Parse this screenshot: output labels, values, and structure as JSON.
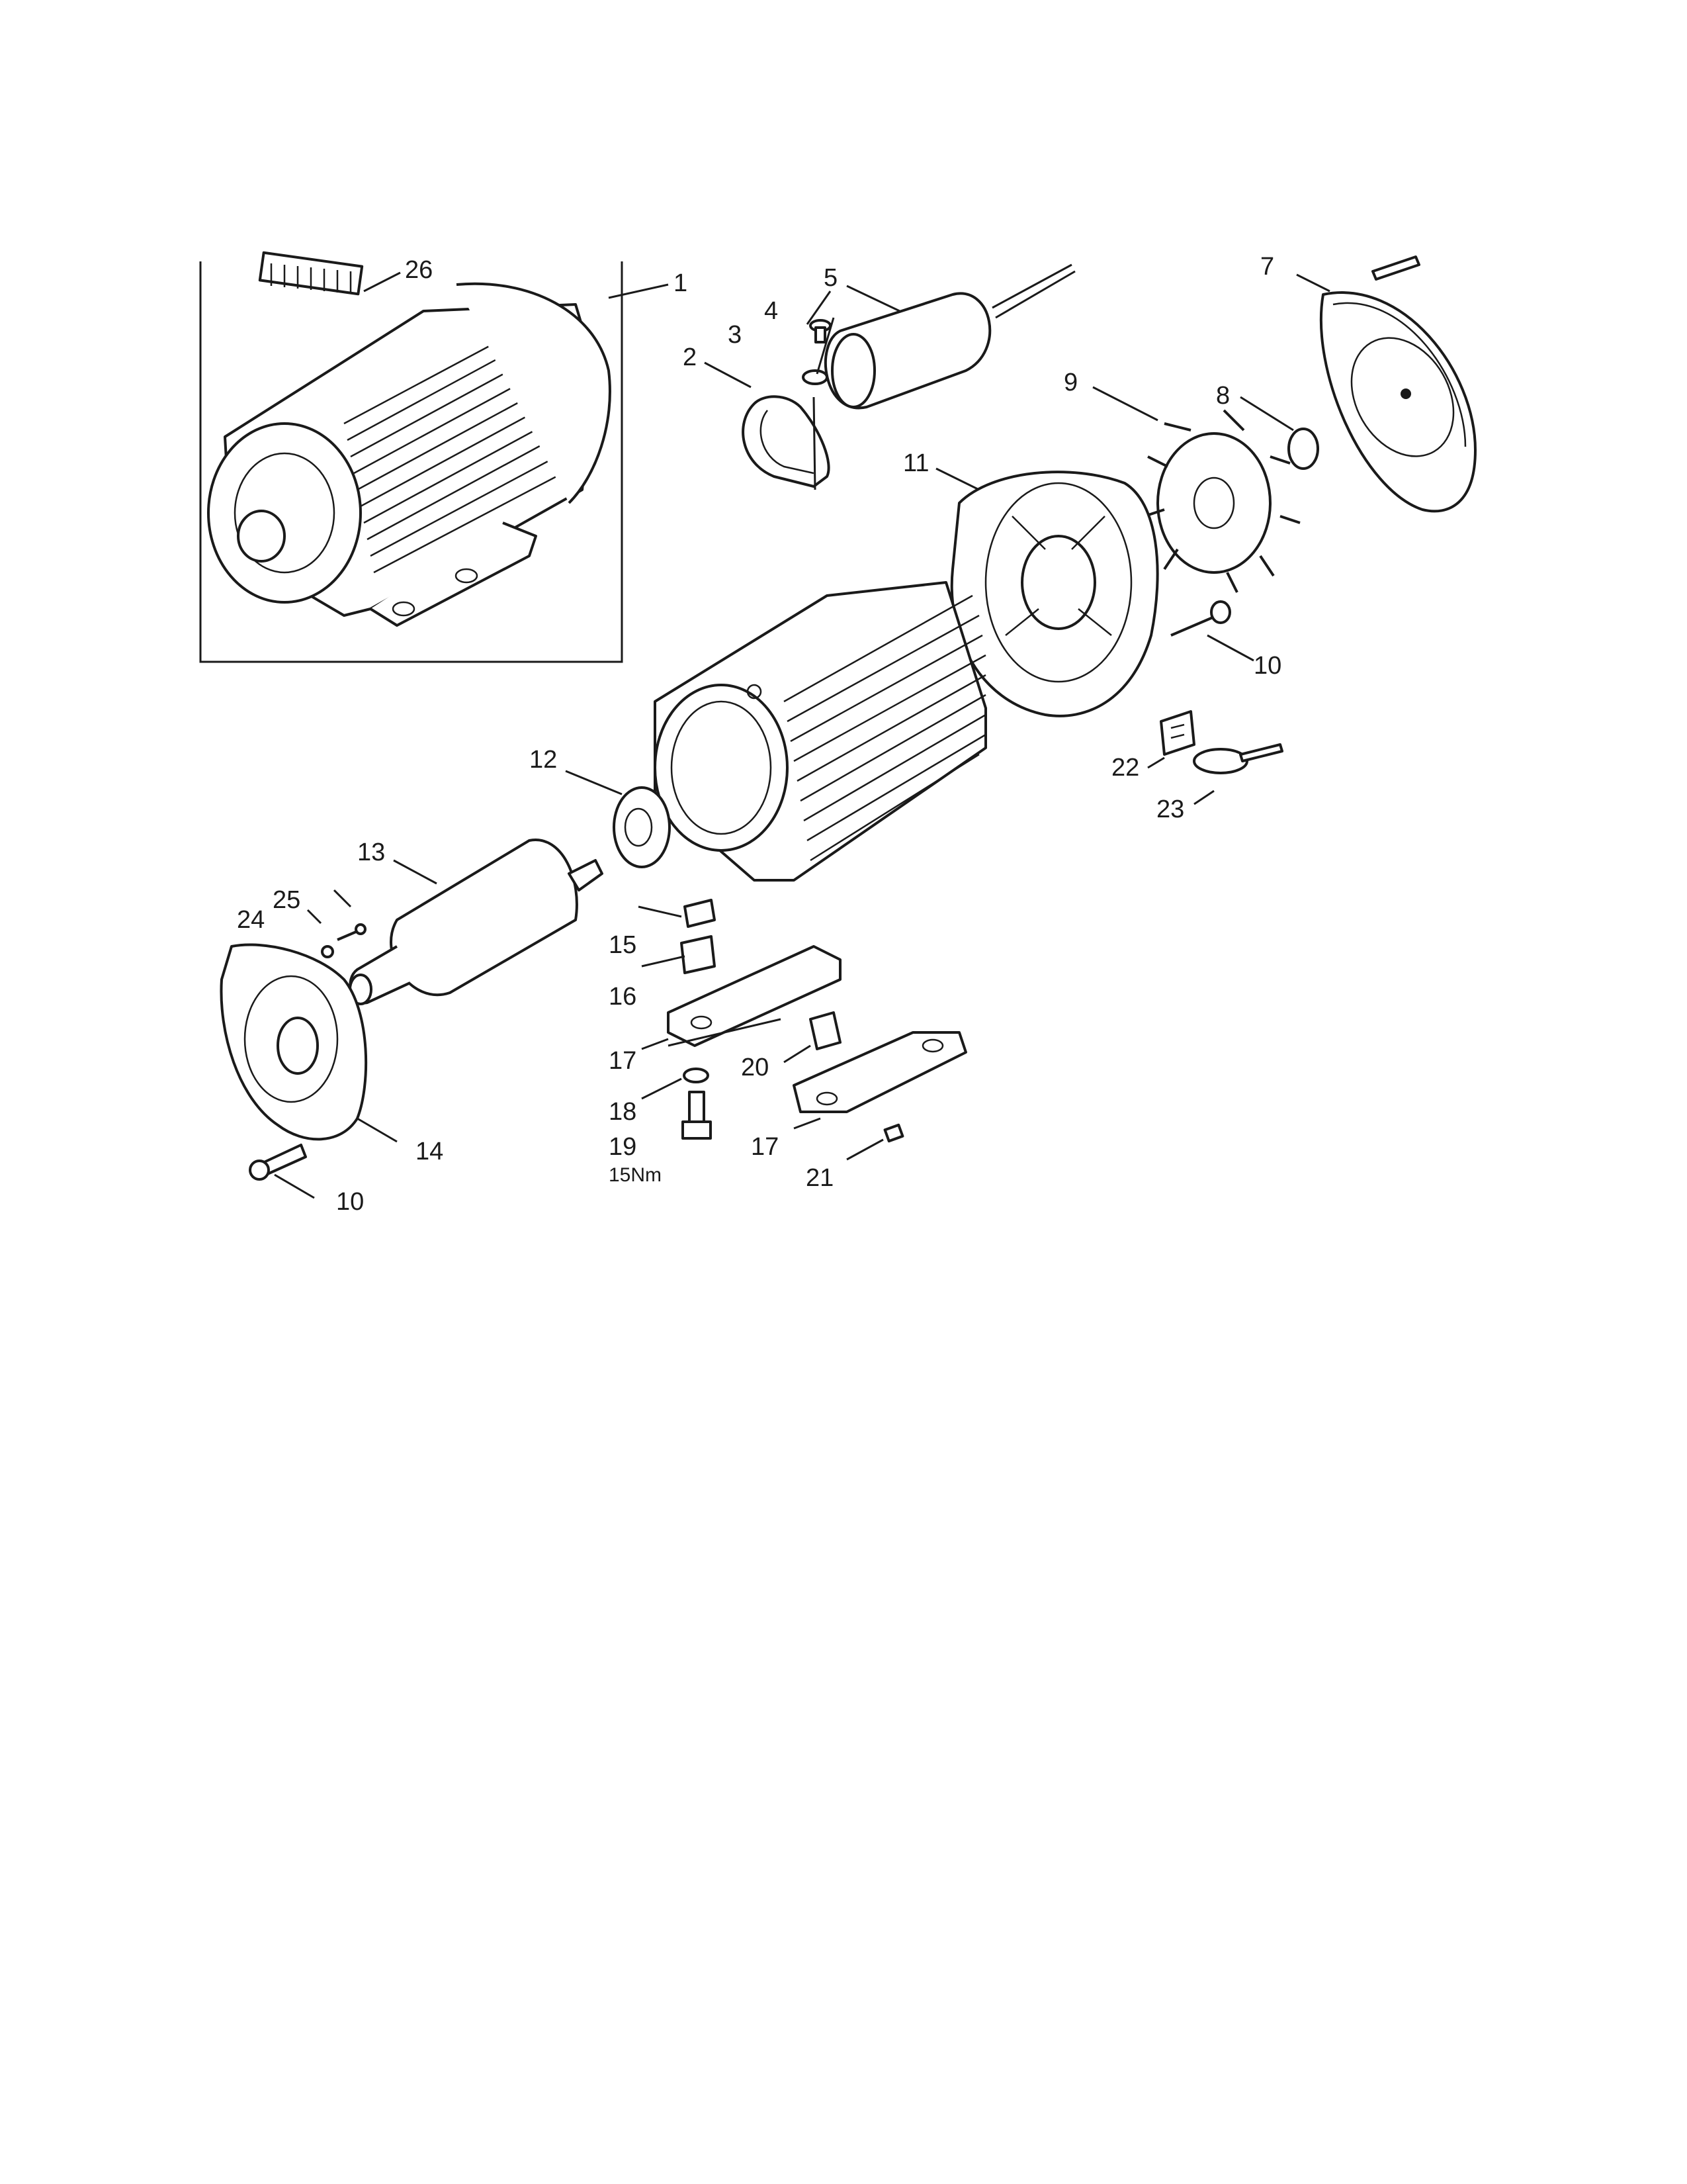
{
  "callouts": {
    "c1": "1",
    "c2": "2",
    "c3": "3",
    "c4": "4",
    "c5": "5",
    "c7": "7",
    "c8": "8",
    "c9": "9",
    "c10a": "10",
    "c10b": "10",
    "c11": "11",
    "c12": "12",
    "c13": "13",
    "c14": "14",
    "c15": "15",
    "c16": "16",
    "c17a": "17",
    "c17b": "17",
    "c18": "18",
    "c19": "19",
    "c20": "20",
    "c21": "21",
    "c22": "22",
    "c23": "23",
    "c24": "24",
    "c25": "25",
    "c26": "26"
  },
  "torque_note": "15Nm"
}
